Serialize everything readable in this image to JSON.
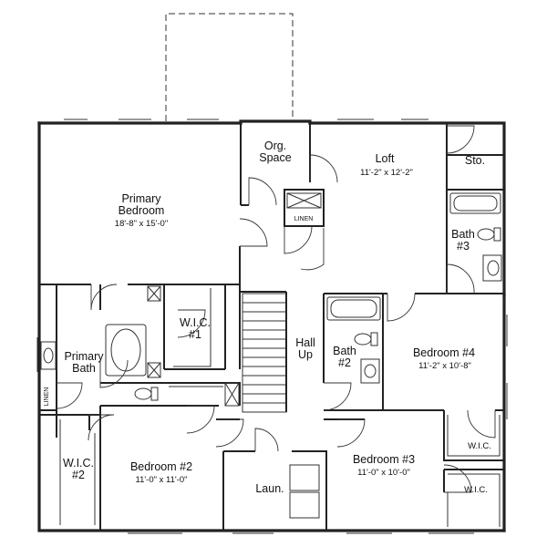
{
  "rooms": {
    "primary_bedroom": {
      "name_line1": "Primary",
      "name_line2": "Bedroom",
      "dim": "18'-8\" x 15'-0\""
    },
    "org_space": {
      "name_line1": "Org.",
      "name_line2": "Space"
    },
    "loft": {
      "name": "Loft",
      "dim": "11'-2\" x 12'-2\""
    },
    "storage": {
      "name": "Sto."
    },
    "bath3": {
      "name_line1": "Bath",
      "name_line2": "#3"
    },
    "linen_upper": {
      "name": "LINEN"
    },
    "wic1": {
      "name_line1": "W.I.C.",
      "name_line2": "#1"
    },
    "primary_bath": {
      "name_line1": "Primary",
      "name_line2": "Bath"
    },
    "linen_left": {
      "name": "LINEN"
    },
    "hall": {
      "name_line1": "Hall",
      "name_line2": "Up"
    },
    "bath2": {
      "name_line1": "Bath",
      "name_line2": "#2"
    },
    "bedroom4": {
      "name": "Bedroom #4",
      "dim": "11'-2\" x 10'-8\""
    },
    "wic2": {
      "name_line1": "W.I.C.",
      "name_line2": "#2"
    },
    "bedroom2": {
      "name": "Bedroom #2",
      "dim": "11'-0\" x 11'-0\""
    },
    "laundry": {
      "name": "Laun."
    },
    "bedroom3": {
      "name": "Bedroom #3",
      "dim": "11'-0\" x 10'-0\""
    },
    "wic_bed4": {
      "name": "W.I.C."
    },
    "wic_bed3": {
      "name": "W.I.C."
    }
  }
}
